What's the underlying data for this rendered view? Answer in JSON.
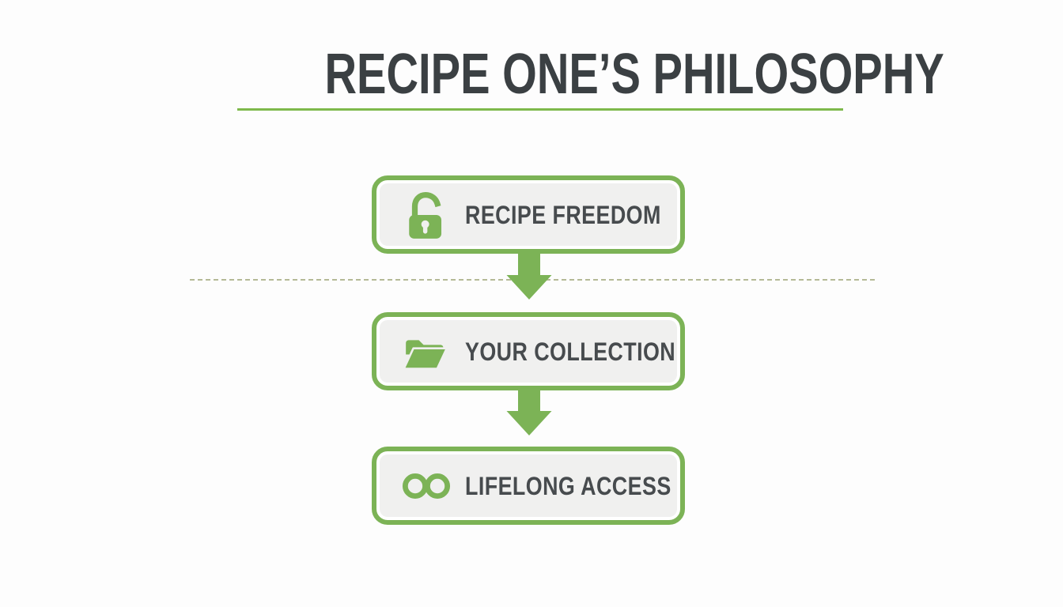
{
  "title": "RECIPE ONE’S PHILOSOPHY",
  "steps": [
    {
      "label": "RECIPE FREEDOM",
      "icon": "unlock-icon"
    },
    {
      "label": "YOUR COLLECTION",
      "icon": "open-folder-icon"
    },
    {
      "label": "LIFELONG ACCESS",
      "icon": "infinity-icon"
    }
  ],
  "colors": {
    "green": "#7cb356",
    "underline": "#7eb94b",
    "box-fill": "#f0f0ef",
    "title-color": "#3b4043",
    "label-color": "#474b4e",
    "dash-color": "#a9ae85",
    "page-bg": "#fdfdfd"
  }
}
